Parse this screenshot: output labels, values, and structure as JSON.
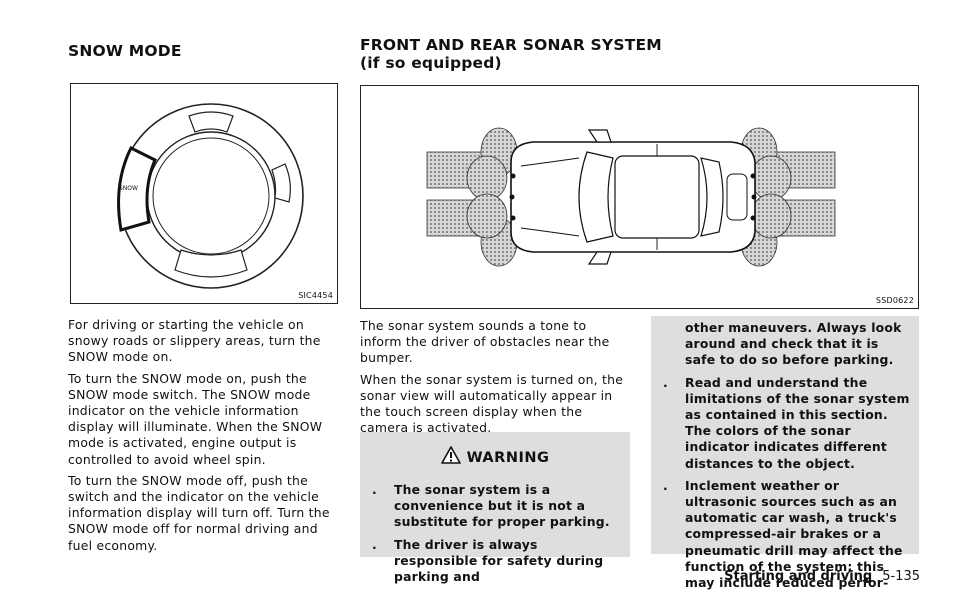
{
  "left": {
    "heading": "SNOW MODE",
    "figure_code": "SIC4454",
    "switch_label": "SNOW",
    "paragraphs": [
      "For driving or starting the vehicle on snowy roads or slippery areas, turn the SNOW mode on.",
      "To turn the SNOW mode on, push the SNOW mode switch. The SNOW mode indicator on the vehicle information display will illuminate. When the SNOW mode is activated, engine output is controlled to avoid wheel spin.",
      "To turn the SNOW mode off, push the switch and the indicator on the vehicle information display will turn off. Turn the SNOW mode off for normal driving and fuel economy."
    ]
  },
  "middle": {
    "heading_line1": "FRONT AND REAR SONAR SYSTEM",
    "heading_line2": "(if so equipped)",
    "figure_code": "SSD0622",
    "paragraphs": [
      "The sonar system sounds a tone to inform the driver of obstacles near the bumper.",
      "When the sonar system is turned on, the sonar view will automatically appear in the touch screen display when the camera is activated."
    ],
    "warning_title": "WARNING",
    "warning_items": [
      "The sonar system is a convenience but it is not a substitute for proper parking.",
      "The driver is always responsible for safety during parking and"
    ]
  },
  "right": {
    "continuation": "other maneuvers. Always look around and check that it is safe to do so before parking.",
    "warning_items": [
      "Read and understand the limitations of the sonar system as contained in this section. The colors of the sonar indicator indicates different distances to the object.",
      "Inclement weather or ultrasonic sources such as an automatic car wash, a truck's compressed-air brakes or a pneumatic drill may affect the function of the system; this may include reduced perfor-"
    ]
  },
  "footer": {
    "section": "Starting and driving",
    "page": "5-135"
  },
  "bullet_symbol": "."
}
